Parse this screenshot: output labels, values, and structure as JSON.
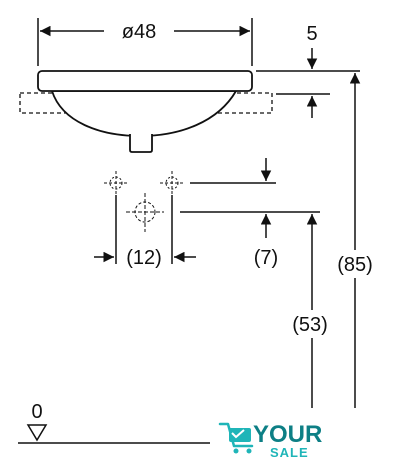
{
  "labels": {
    "diameter": "ø48",
    "rim_thickness": "5",
    "tap_spacing": "(12)",
    "tap_offset": "(7)",
    "outlet_height": "(53)",
    "total_height": "(85)",
    "floor_level": "0"
  },
  "logo": {
    "word": "YOUR",
    "sub": "SALE",
    "colors": {
      "primary": "#1fb5b8",
      "dark": "#0d7f85"
    }
  },
  "colors": {
    "ink": "#111111"
  }
}
